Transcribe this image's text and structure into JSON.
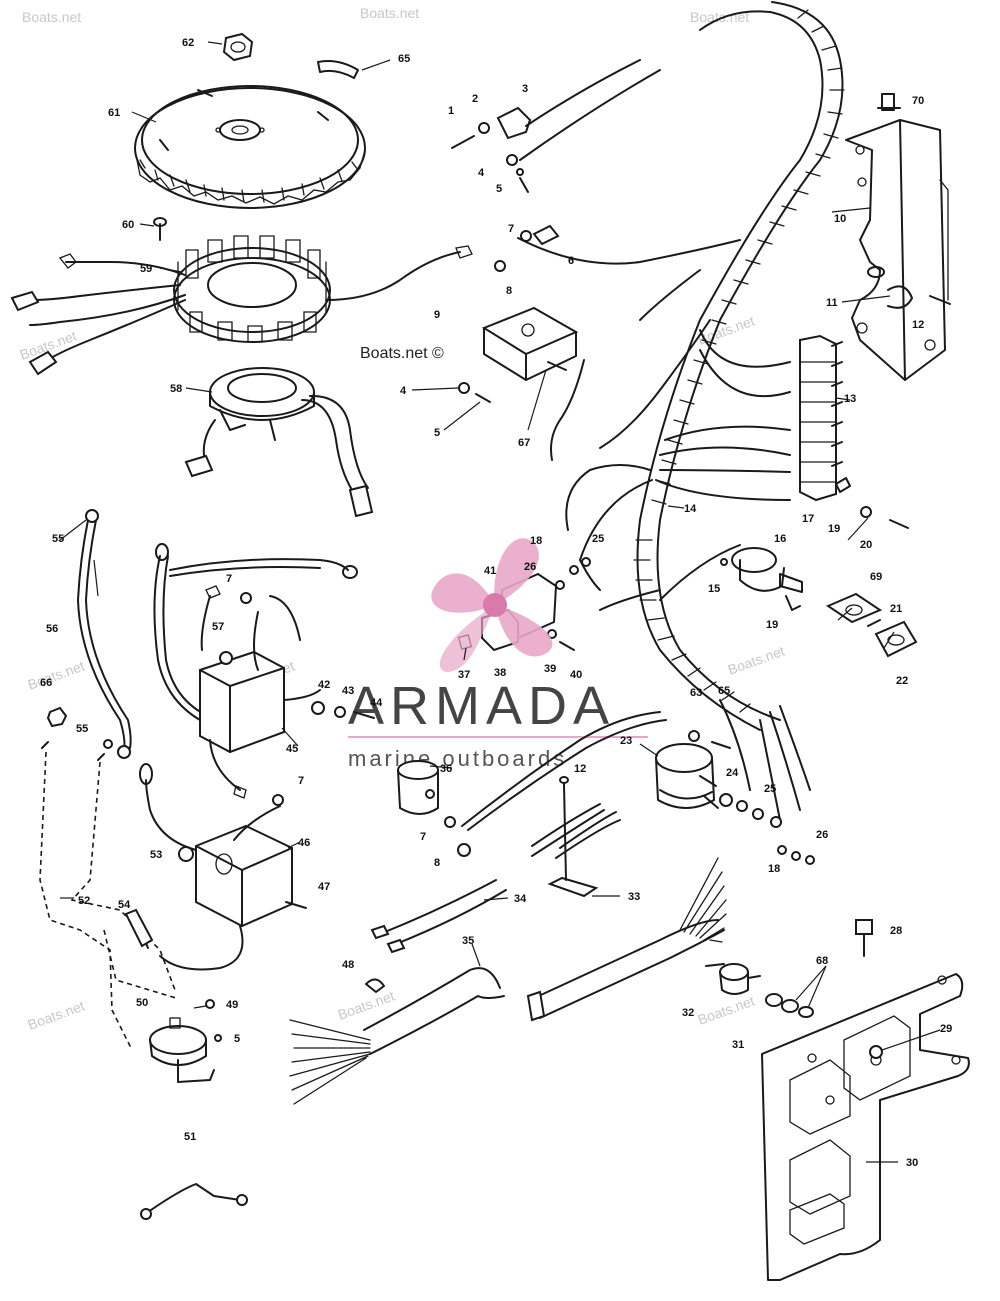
{
  "brand": {
    "name": "ARMADA",
    "tagline": "marine outboards",
    "accent_color": "#e8a7c8",
    "logo_icon": "propeller-icon"
  },
  "watermark": {
    "text": "Boats.net",
    "center_text": "Boats.net ©",
    "color": "#9a9a9a"
  },
  "callouts": [
    "62",
    "65",
    "61",
    "60",
    "59",
    "58",
    "1",
    "2",
    "3",
    "4",
    "5",
    "7",
    "6",
    "8",
    "9",
    "4",
    "5",
    "67",
    "70",
    "10",
    "11",
    "12",
    "13",
    "14",
    "17",
    "19",
    "20",
    "16",
    "15",
    "19",
    "69",
    "21",
    "22",
    "18",
    "25",
    "26",
    "41",
    "38",
    "37",
    "39",
    "40",
    "55",
    "56",
    "66",
    "55",
    "7",
    "57",
    "42",
    "43",
    "44",
    "45",
    "7",
    "53",
    "46",
    "47",
    "52",
    "54",
    "50",
    "49",
    "5",
    "51",
    "36",
    "7",
    "8",
    "12",
    "63",
    "65",
    "23",
    "24",
    "25",
    "26",
    "18",
    "33",
    "34",
    "35",
    "48",
    "28",
    "68",
    "32",
    "31",
    "29",
    "30"
  ]
}
